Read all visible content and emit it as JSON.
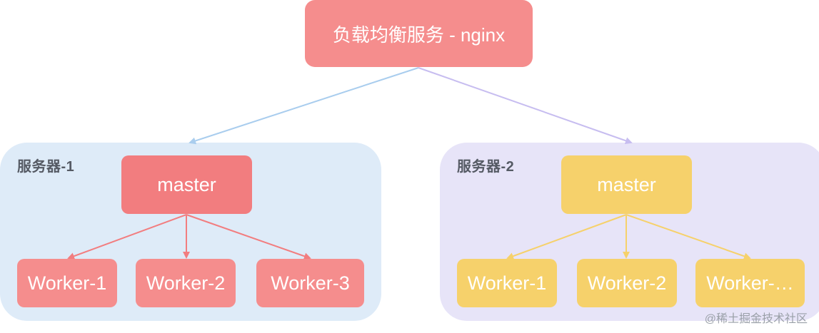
{
  "load_balancer": {
    "label": "负载均衡服务 - nginx"
  },
  "servers": [
    {
      "label": "服务器-1",
      "master": "master",
      "workers": [
        "Worker-1",
        "Worker-2",
        "Worker-3"
      ]
    },
    {
      "label": "服务器-2",
      "master": "master",
      "workers": [
        "Worker-1",
        "Worker-2",
        "Worker-…"
      ]
    }
  ],
  "watermark": "@稀土掘金技术社区",
  "colors": {
    "lb": "#f58d8d",
    "server1_bg": "#deebf8",
    "server2_bg": "#e7e4f8",
    "server1_accent": "#f27d7f",
    "server2_accent": "#f6d16b",
    "link_blue": "#a9cdee",
    "link_purple": "#c7bdf0"
  }
}
